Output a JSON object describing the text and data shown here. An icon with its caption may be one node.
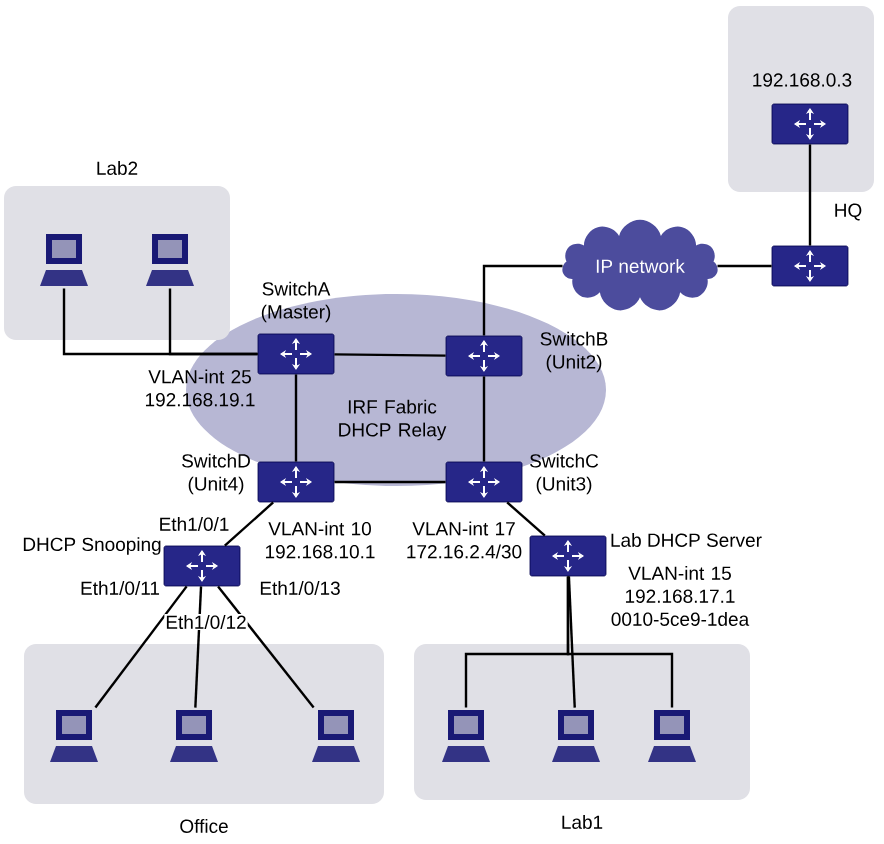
{
  "diagram": {
    "nodes": [
      {
        "text": [
          "IRF Fabric DHCP Relay"
        ]
      },
      {
        "text": [
          "Lab2"
        ]
      },
      {
        "text": [],
        "shape": "box"
      },
      {
        "text": [
          "Office"
        ]
      },
      {
        "text": [
          "Lab1"
        ]
      },
      {
        "text": [],
        "shape": "picture",
        "in": 1
      },
      {
        "text": [],
        "shape": "picture",
        "in": 1
      },
      {
        "text": [
          "SwitchA (Master)"
        ],
        "beside": [
          "VLAN-int 25 192.168.19.1"
        ],
        "in": 0
      },
      {
        "text": [
          "SwitchB (Unit2)"
        ],
        "in": 0
      },
      {
        "text": [
          "IP network"
        ]
      },
      {
        "text": [
          "HQ"
        ]
      },
      {
        "text": [
          "192.168.0.3"
        ],
        "in": 2
      },
      {
        "text": [
          "SwitchD (Unit4)"
        ],
        "beside": [
          "VLAN-int 10 192.168.10.1"
        ],
        "in": 0
      },
      {
        "text": [
          "SwitchC (Unit3)"
        ],
        "beside": [
          "VLAN-int 17 172.16.2.4/30"
        ],
        "in": 0
      },
      {
        "text": [
          "DHCP Snooping"
        ]
      },
      {
        "text": [
          "Lab DHCP Server"
        ],
        "beside": [
          "VLAN-int 15 192.168.17.1 0010-5ce9-1dea"
        ]
      },
      {
        "text": [],
        "shape": "picture",
        "in": 3
      },
      {
        "text": [],
        "shape": "picture",
        "in": 3
      },
      {
        "text": [],
        "shape": "picture",
        "in": 3
      },
      {
        "text": [],
        "shape": "picture",
        "in": 4
      },
      {
        "text": [],
        "shape": "picture",
        "in": 4
      },
      {
        "text": [],
        "shape": "picture",
        "in": 4
      }
    ],
    "edges": [
      {
        "from": 5,
        "to": 7,
        "arrow": "none"
      },
      {
        "from": 6,
        "to": 7,
        "arrow": "none"
      },
      {
        "from": 7,
        "to": 8,
        "arrow": "none"
      },
      {
        "from": 7,
        "to": 12,
        "arrow": "none"
      },
      {
        "from": 8,
        "to": 13,
        "arrow": "none"
      },
      {
        "from": 12,
        "to": 13,
        "arrow": "none"
      },
      {
        "from": 8,
        "to": 9,
        "arrow": "none"
      },
      {
        "from": 9,
        "to": 10,
        "arrow": "none"
      },
      {
        "from": 10,
        "to": 11,
        "arrow": "none"
      },
      {
        "from": 12,
        "to": 14,
        "label": "Eth1/0/1",
        "arrow": "none"
      },
      {
        "from": 14,
        "to": 16,
        "label": "Eth1/0/11",
        "arrow": "none"
      },
      {
        "from": 14,
        "to": 17,
        "label": "Eth1/0/12",
        "arrow": "none"
      },
      {
        "from": 14,
        "to": 18,
        "label": "Eth1/0/13",
        "arrow": "none"
      },
      {
        "from": 13,
        "to": 15,
        "arrow": "none"
      },
      {
        "from": 15,
        "to": 19,
        "arrow": "none"
      },
      {
        "from": 15,
        "to": 20,
        "arrow": "none"
      },
      {
        "from": 15,
        "to": 21,
        "arrow": "none"
      }
    ]
  }
}
